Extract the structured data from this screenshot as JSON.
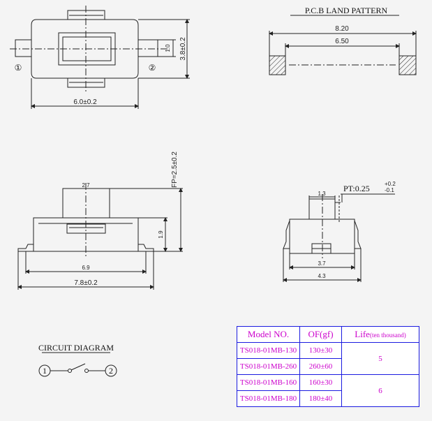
{
  "top_view": {
    "pin1": "①",
    "pin2": "②",
    "width_dim": "6.0±0.2",
    "height_dim": "3.8±0.2",
    "lead_dim": "1.0"
  },
  "pcb": {
    "title": "P.C.B LAND PATTERN",
    "outer_dim": "8.20",
    "inner_dim": "6.50"
  },
  "side_view": {
    "fp_dim": "FP=2.5±0.2",
    "plunger_dim": "2.7",
    "body_height_dim": "1.9",
    "body_width_dim": "6.9",
    "overall_width_dim": "7.8±0.2"
  },
  "end_view": {
    "pt_label": "PT:0.25",
    "pt_tol_plus": "+0.2",
    "pt_tol_minus": "-0.1",
    "plunger_dim": "1.3",
    "inner_dim": "3.7",
    "outer_dim": "4.3"
  },
  "circuit": {
    "title": "CIRCUIT DIAGRAM",
    "pin1": "①",
    "pin2": "②"
  },
  "spec_table": {
    "headers": {
      "model": "Model NO.",
      "of": "OF(gf)",
      "life": "Life",
      "life_unit": "(ten thousand)"
    },
    "rows": [
      {
        "model": "TS018-01MB-130",
        "of": "130±30"
      },
      {
        "model": "TS018-01MB-260",
        "of": "260±60"
      },
      {
        "model": "TS018-01MB-160",
        "of": "160±30"
      },
      {
        "model": "TS018-01MB-180",
        "of": "180±40"
      }
    ],
    "life_groups": [
      "5",
      "6"
    ]
  }
}
